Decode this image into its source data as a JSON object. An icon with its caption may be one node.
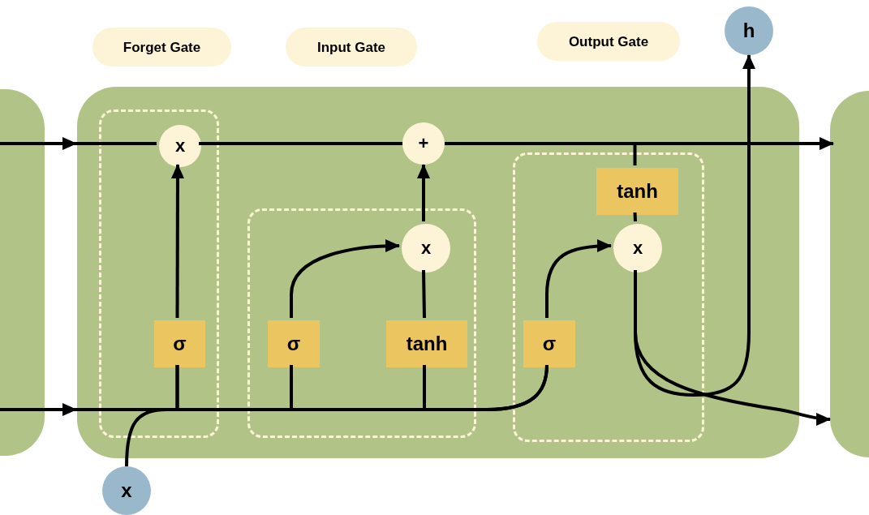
{
  "diagram": {
    "nodes": [
      {
        "text": [
          "Forget Gate"
        ]
      },
      {
        "text": [
          "Input Gate"
        ]
      },
      {
        "text": [
          "Output Gate"
        ]
      },
      {
        "text": [
          "h"
        ]
      },
      {
        "text": [],
        "shape": "box"
      },
      {
        "text": [],
        "shape": "box"
      },
      {
        "text": [],
        "shape": "box"
      },
      {
        "text": [],
        "shape": "box",
        "in": 5
      },
      {
        "text": [],
        "shape": "box",
        "in": 5
      },
      {
        "text": [],
        "shape": "box",
        "in": 5
      },
      {
        "text": [
          "x"
        ],
        "in": 7
      },
      {
        "text": [
          "σ"
        ],
        "in": 7
      },
      {
        "text": [
          "+"
        ],
        "in": 5
      },
      {
        "text": [
          "x"
        ],
        "in": 8
      },
      {
        "text": [
          "σ"
        ],
        "in": 8
      },
      {
        "text": [
          "tanh"
        ],
        "in": 8
      },
      {
        "text": [
          "tanh"
        ],
        "in": 9
      },
      {
        "text": [
          "x"
        ],
        "in": 9
      },
      {
        "text": [
          "σ"
        ],
        "in": 9
      },
      {
        "text": [
          "x"
        ]
      }
    ],
    "edges": [
      {
        "from": 4,
        "to": 10,
        "arrow": "to"
      },
      {
        "from": 10,
        "to": 12,
        "arrow": "none"
      },
      {
        "from": 12,
        "to": 6,
        "arrow": "to"
      },
      {
        "from": 12,
        "to": 16,
        "arrow": "none"
      },
      {
        "from": 16,
        "to": 17,
        "arrow": "none"
      },
      {
        "from": 11,
        "to": 10,
        "arrow": "to"
      },
      {
        "from": 13,
        "to": 12,
        "arrow": "to"
      },
      {
        "from": 15,
        "to": 13,
        "arrow": "none"
      },
      {
        "from": 14,
        "to": 13,
        "arrow": "to"
      },
      {
        "from": 18,
        "to": 17,
        "arrow": "to"
      },
      {
        "from": 17,
        "to": 3,
        "arrow": "to"
      },
      {
        "from": 17,
        "to": 6,
        "arrow": "to"
      },
      {
        "from": 4,
        "to": 11,
        "arrow": "to"
      },
      {
        "from": 4,
        "to": 14,
        "arrow": "to"
      },
      {
        "from": 4,
        "to": 15,
        "arrow": "to"
      },
      {
        "from": 4,
        "to": 18,
        "arrow": "to"
      },
      {
        "from": 19,
        "to": 11,
        "arrow": "none"
      },
      {
        "from": 19,
        "to": 14,
        "arrow": "none"
      },
      {
        "from": 19,
        "to": 15,
        "arrow": "none"
      },
      {
        "from": 19,
        "to": 18,
        "arrow": "none"
      }
    ]
  }
}
